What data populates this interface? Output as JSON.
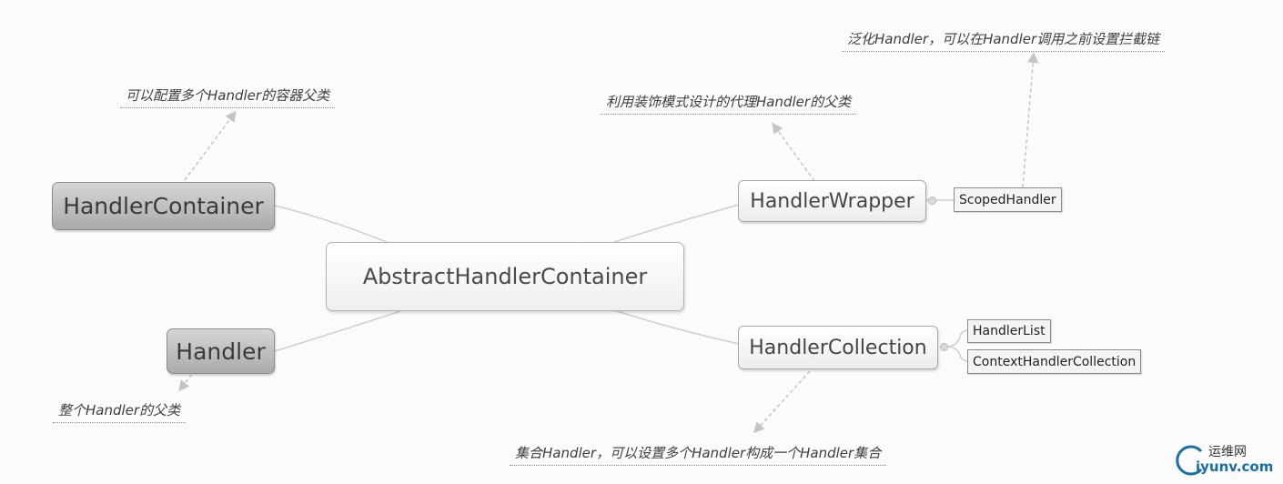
{
  "nodes": {
    "center": "AbstractHandlerContainer",
    "handler_container": "HandlerContainer",
    "handler": "Handler",
    "handler_wrapper": "HandlerWrapper",
    "handler_collection": "HandlerCollection",
    "scoped_handler": "ScopedHandler",
    "handler_list": "HandlerList",
    "context_handler_collection": "ContextHandlerCollection"
  },
  "notes": {
    "handler_container": "可以配置多个Handler的容器父类",
    "handler": "整个Handler的父类",
    "handler_wrapper": "利用装饰模式设计的代理Handler的父类",
    "scoped_handler": "泛化Handler，可以在Handler调用之前设置拦截链",
    "handler_collection": "集合Handler，可以设置多个Handler构成一个Handler集合"
  },
  "watermark": {
    "name": "运维网",
    "domain": "iyunv.com"
  }
}
